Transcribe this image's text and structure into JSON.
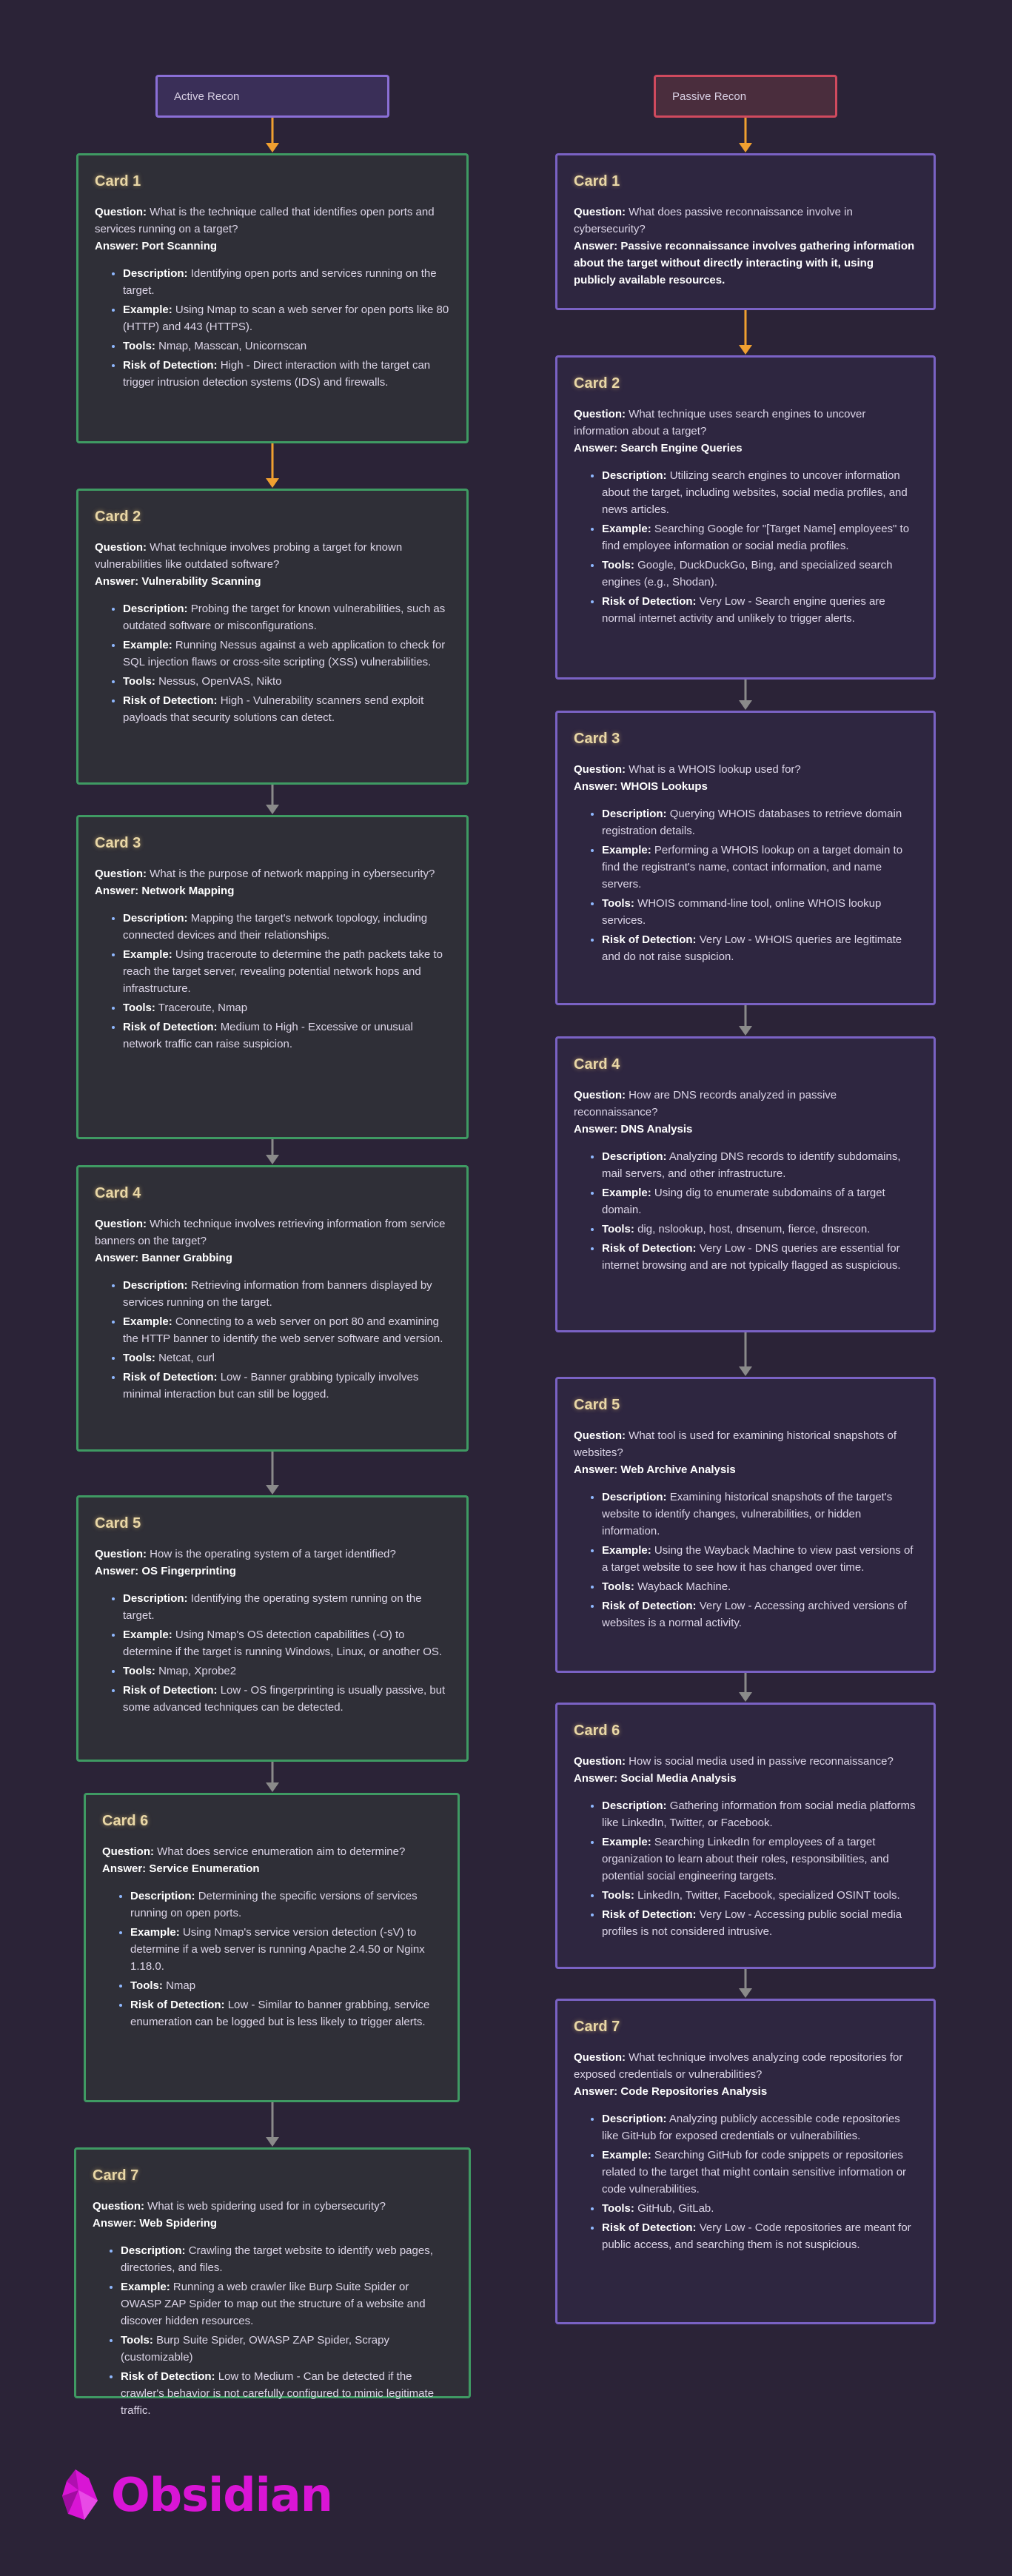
{
  "headers": {
    "active": "Active Recon",
    "passive": "Passive Recon"
  },
  "labels": {
    "question": "Question:",
    "answer": "Answer:",
    "description": "Description:",
    "example": "Example:",
    "tools": "Tools:",
    "risk": "Risk of Detection:"
  },
  "left_cards": [
    {
      "title": "Card 1",
      "question": "What is the technique called that identifies open ports and services running on a target?",
      "answer": "Port Scanning",
      "description": "Identifying open ports and services running on the target.",
      "example": "Using Nmap to scan a web server for open ports like 80 (HTTP) and 443 (HTTPS).",
      "tools": "Nmap, Masscan, Unicornscan",
      "risk": "High - Direct interaction with the target can trigger intrusion detection systems (IDS) and firewalls."
    },
    {
      "title": "Card 2",
      "question": "What technique involves probing a target for known vulnerabilities like outdated software?",
      "answer": "Vulnerability Scanning",
      "description": "Probing the target for known vulnerabilities, such as outdated software or misconfigurations.",
      "example": "Running Nessus against a web application to check for SQL injection flaws or cross-site scripting (XSS) vulnerabilities.",
      "tools": "Nessus, OpenVAS, Nikto",
      "risk": "High - Vulnerability scanners send exploit payloads that security solutions can detect."
    },
    {
      "title": "Card 3",
      "question": "What is the purpose of network mapping in cybersecurity?",
      "answer": "Network Mapping",
      "description": "Mapping the target's network topology, including connected devices and their relationships.",
      "example": "Using traceroute to determine the path packets take to reach the target server, revealing potential network hops and infrastructure.",
      "tools": "Traceroute, Nmap",
      "risk": "Medium to High - Excessive or unusual network traffic can raise suspicion."
    },
    {
      "title": "Card 4",
      "question": "Which technique involves retrieving information from service banners on the target?",
      "answer": "Banner Grabbing",
      "description": "Retrieving information from banners displayed by services running on the target.",
      "example": "Connecting to a web server on port 80 and examining the HTTP banner to identify the web server software and version.",
      "tools": "Netcat, curl",
      "risk": "Low - Banner grabbing typically involves minimal interaction but can still be logged."
    },
    {
      "title": "Card 5",
      "question": "How is the operating system of a target identified?",
      "answer": "OS Fingerprinting",
      "description": "Identifying the operating system running on the target.",
      "example": "Using Nmap's OS detection capabilities (-O) to determine if the target is running Windows, Linux, or another OS.",
      "tools": "Nmap, Xprobe2",
      "risk": "Low - OS fingerprinting is usually passive, but some advanced techniques can be detected."
    },
    {
      "title": "Card 6",
      "question": "What does service enumeration aim to determine?",
      "answer": "Service Enumeration",
      "description": "Determining the specific versions of services running on open ports.",
      "example": "Using Nmap's service version detection (-sV) to determine if a web server is running Apache 2.4.50 or Nginx 1.18.0.",
      "tools": "Nmap",
      "risk": "Low - Similar to banner grabbing, service enumeration can be logged but is less likely to trigger alerts."
    },
    {
      "title": "Card 7",
      "question": "What is web spidering used for in cybersecurity?",
      "answer": "Web Spidering",
      "description": "Crawling the target website to identify web pages, directories, and files.",
      "example": "Running a web crawler like Burp Suite Spider or OWASP ZAP Spider to map out the structure of a website and discover hidden resources.",
      "tools": "Burp Suite Spider, OWASP ZAP Spider, Scrapy (customizable)",
      "risk": "Low to Medium - Can be detected if the crawler's behavior is not carefully configured to mimic legitimate traffic."
    }
  ],
  "right_cards": [
    {
      "title": "Card 1",
      "question": "What does passive reconnaissance involve in cybersecurity?",
      "answer": "Passive reconnaissance involves gathering information about the target without directly interacting with it, using publicly available resources."
    },
    {
      "title": "Card 2",
      "question": "What technique uses search engines to uncover information about a target?",
      "answer": "Search Engine Queries",
      "description": "Utilizing search engines to uncover information about the target, including websites, social media profiles, and news articles.",
      "example": "Searching Google for \"[Target Name] employees\" to find employee information or social media profiles.",
      "tools": "Google, DuckDuckGo, Bing, and specialized search engines (e.g., Shodan).",
      "risk": "Very Low - Search engine queries are normal internet activity and unlikely to trigger alerts."
    },
    {
      "title": "Card 3",
      "question": "What is a WHOIS lookup used for?",
      "answer": "WHOIS Lookups",
      "description": "Querying WHOIS databases to retrieve domain registration details.",
      "example": "Performing a WHOIS lookup on a target domain to find the registrant's name, contact information, and name servers.",
      "tools": "WHOIS command-line tool, online WHOIS lookup services.",
      "risk": "Very Low - WHOIS queries are legitimate and do not raise suspicion."
    },
    {
      "title": "Card 4",
      "question": "How are DNS records analyzed in passive reconnaissance?",
      "answer": "DNS Analysis",
      "description": "Analyzing DNS records to identify subdomains, mail servers, and other infrastructure.",
      "example": "Using dig to enumerate subdomains of a target domain.",
      "tools": "dig, nslookup, host, dnsenum, fierce, dnsrecon.",
      "risk": "Very Low - DNS queries are essential for internet browsing and are not typically flagged as suspicious."
    },
    {
      "title": "Card 5",
      "question": "What tool is used for examining historical snapshots of websites?",
      "answer": "Web Archive Analysis",
      "description": "Examining historical snapshots of the target's website to identify changes, vulnerabilities, or hidden information.",
      "example": "Using the Wayback Machine to view past versions of a target website to see how it has changed over time.",
      "tools": "Wayback Machine.",
      "risk": "Very Low - Accessing archived versions of websites is a normal activity."
    },
    {
      "title": "Card 6",
      "question": "How is social media used in passive reconnaissance?",
      "answer": "Social Media Analysis",
      "description": "Gathering information from social media platforms like LinkedIn, Twitter, or Facebook.",
      "example": "Searching LinkedIn for employees of a target organization to learn about their roles, responsibilities, and potential social engineering targets.",
      "tools": "LinkedIn, Twitter, Facebook, specialized OSINT tools.",
      "risk": "Very Low - Accessing public social media profiles is not considered intrusive."
    },
    {
      "title": "Card 7",
      "question": "What technique involves analyzing code repositories for exposed credentials or vulnerabilities?",
      "answer": "Code Repositories Analysis",
      "description": "Analyzing publicly accessible code repositories like GitHub for exposed credentials or vulnerabilities.",
      "example": "Searching GitHub for code snippets or repositories related to the target that might contain sensitive information or code vulnerabilities.",
      "tools": "GitHub, GitLab.",
      "risk": "Very Low - Code repositories are meant for public access, and searching them is not suspicious."
    }
  ],
  "logo": {
    "text": "Obsidian"
  },
  "colors": {
    "background": "#2b2337",
    "active_border": "#3f9a63",
    "passive_border": "#7a62c4",
    "arrow_orange": "#f0a030",
    "arrow_gray": "#8a8a8a",
    "logo": "#d915d5"
  }
}
